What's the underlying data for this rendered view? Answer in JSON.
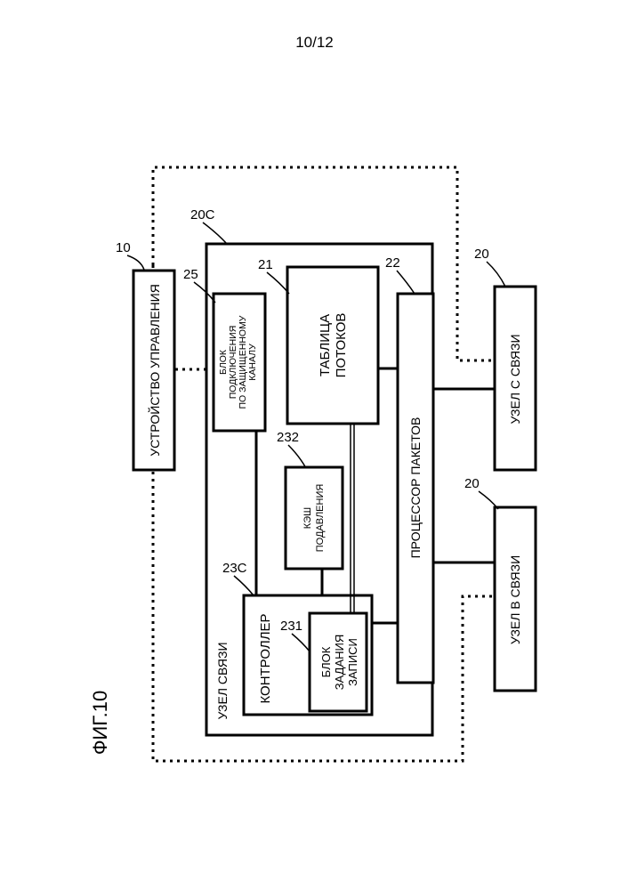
{
  "page_number": "10/12",
  "figure_label": "ФИГ.10",
  "blocks": {
    "management_device": {
      "ref": "10",
      "label": "УСТРОЙСТВО УПРАВЛЕНИЯ"
    },
    "comm_node_main": {
      "ref": "20C",
      "label": "УЗЕЛ СВЯЗИ"
    },
    "secure_channel_block": {
      "ref": "25",
      "lines": [
        "БЛОК",
        "ПОДКЛЮЧЕНИЯ",
        "ПО ЗАЩИЩЕННОМУ",
        "КАНАЛУ"
      ]
    },
    "flow_table": {
      "ref": "21",
      "lines": [
        "ТАБЛИЦА",
        "ПОТОКОВ"
      ]
    },
    "packet_processor": {
      "ref": "22",
      "label": "ПРОЦЕССОР ПАКЕТОВ"
    },
    "suppression_cache": {
      "ref": "232",
      "lines": [
        "КЭШ",
        "ПОДАВЛЕНИЯ"
      ]
    },
    "controller": {
      "ref": "23C",
      "label": "КОНТРОЛЛЕР"
    },
    "record_setting_block": {
      "ref": "231",
      "lines": [
        "БЛОК",
        "ЗАДАНИЯ",
        "ЗАПИСИ"
      ]
    },
    "comm_node_c": {
      "ref": "20",
      "label": "УЗЕЛ С СВЯЗИ"
    },
    "comm_node_b": {
      "ref": "20",
      "label": "УЗЕЛ В СВЯЗИ"
    }
  }
}
